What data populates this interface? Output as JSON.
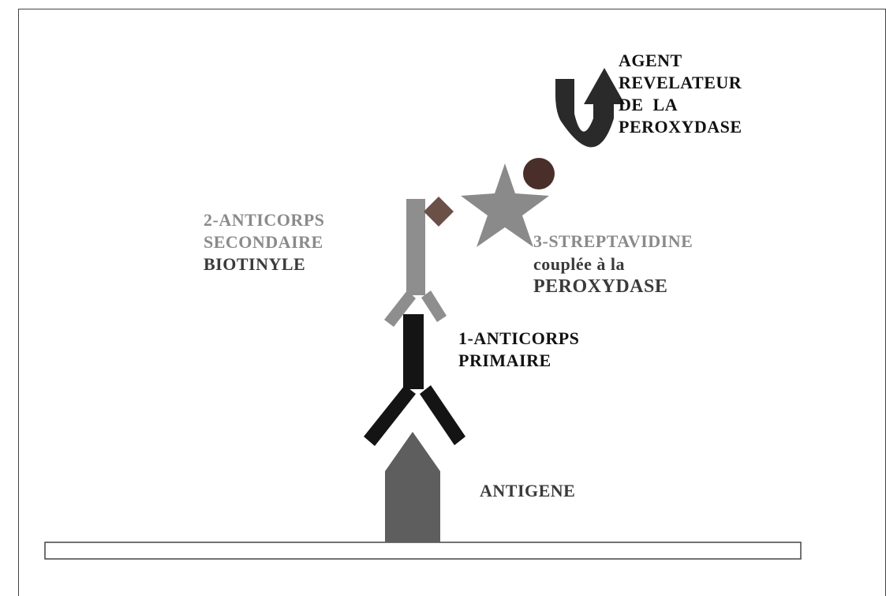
{
  "labels": {
    "agent": [
      "AGENT",
      "REVELATEUR",
      "DE  LA",
      "PEROXYDASE"
    ],
    "secondary_antibody": [
      "2-ANTICORPS",
      "SECONDAIRE",
      "BIOTINYLE"
    ],
    "streptavidin": [
      "3-STREPTAVIDINE",
      "couplée à la",
      "PEROXYDASE"
    ],
    "primary_antibody": [
      "1-ANTICORPS",
      "PRIMAIRE"
    ],
    "antigen": "ANTIGENE"
  },
  "colors": {
    "primary_antibody": "#141414",
    "secondary_antibody": "#8e8e8e",
    "antigen": "#5e5e5e",
    "biotin": "#6b5048",
    "streptavidin": "#8a8a8a",
    "peroxidase": "#4a2e2a",
    "arrow": "#2a2a2a"
  }
}
